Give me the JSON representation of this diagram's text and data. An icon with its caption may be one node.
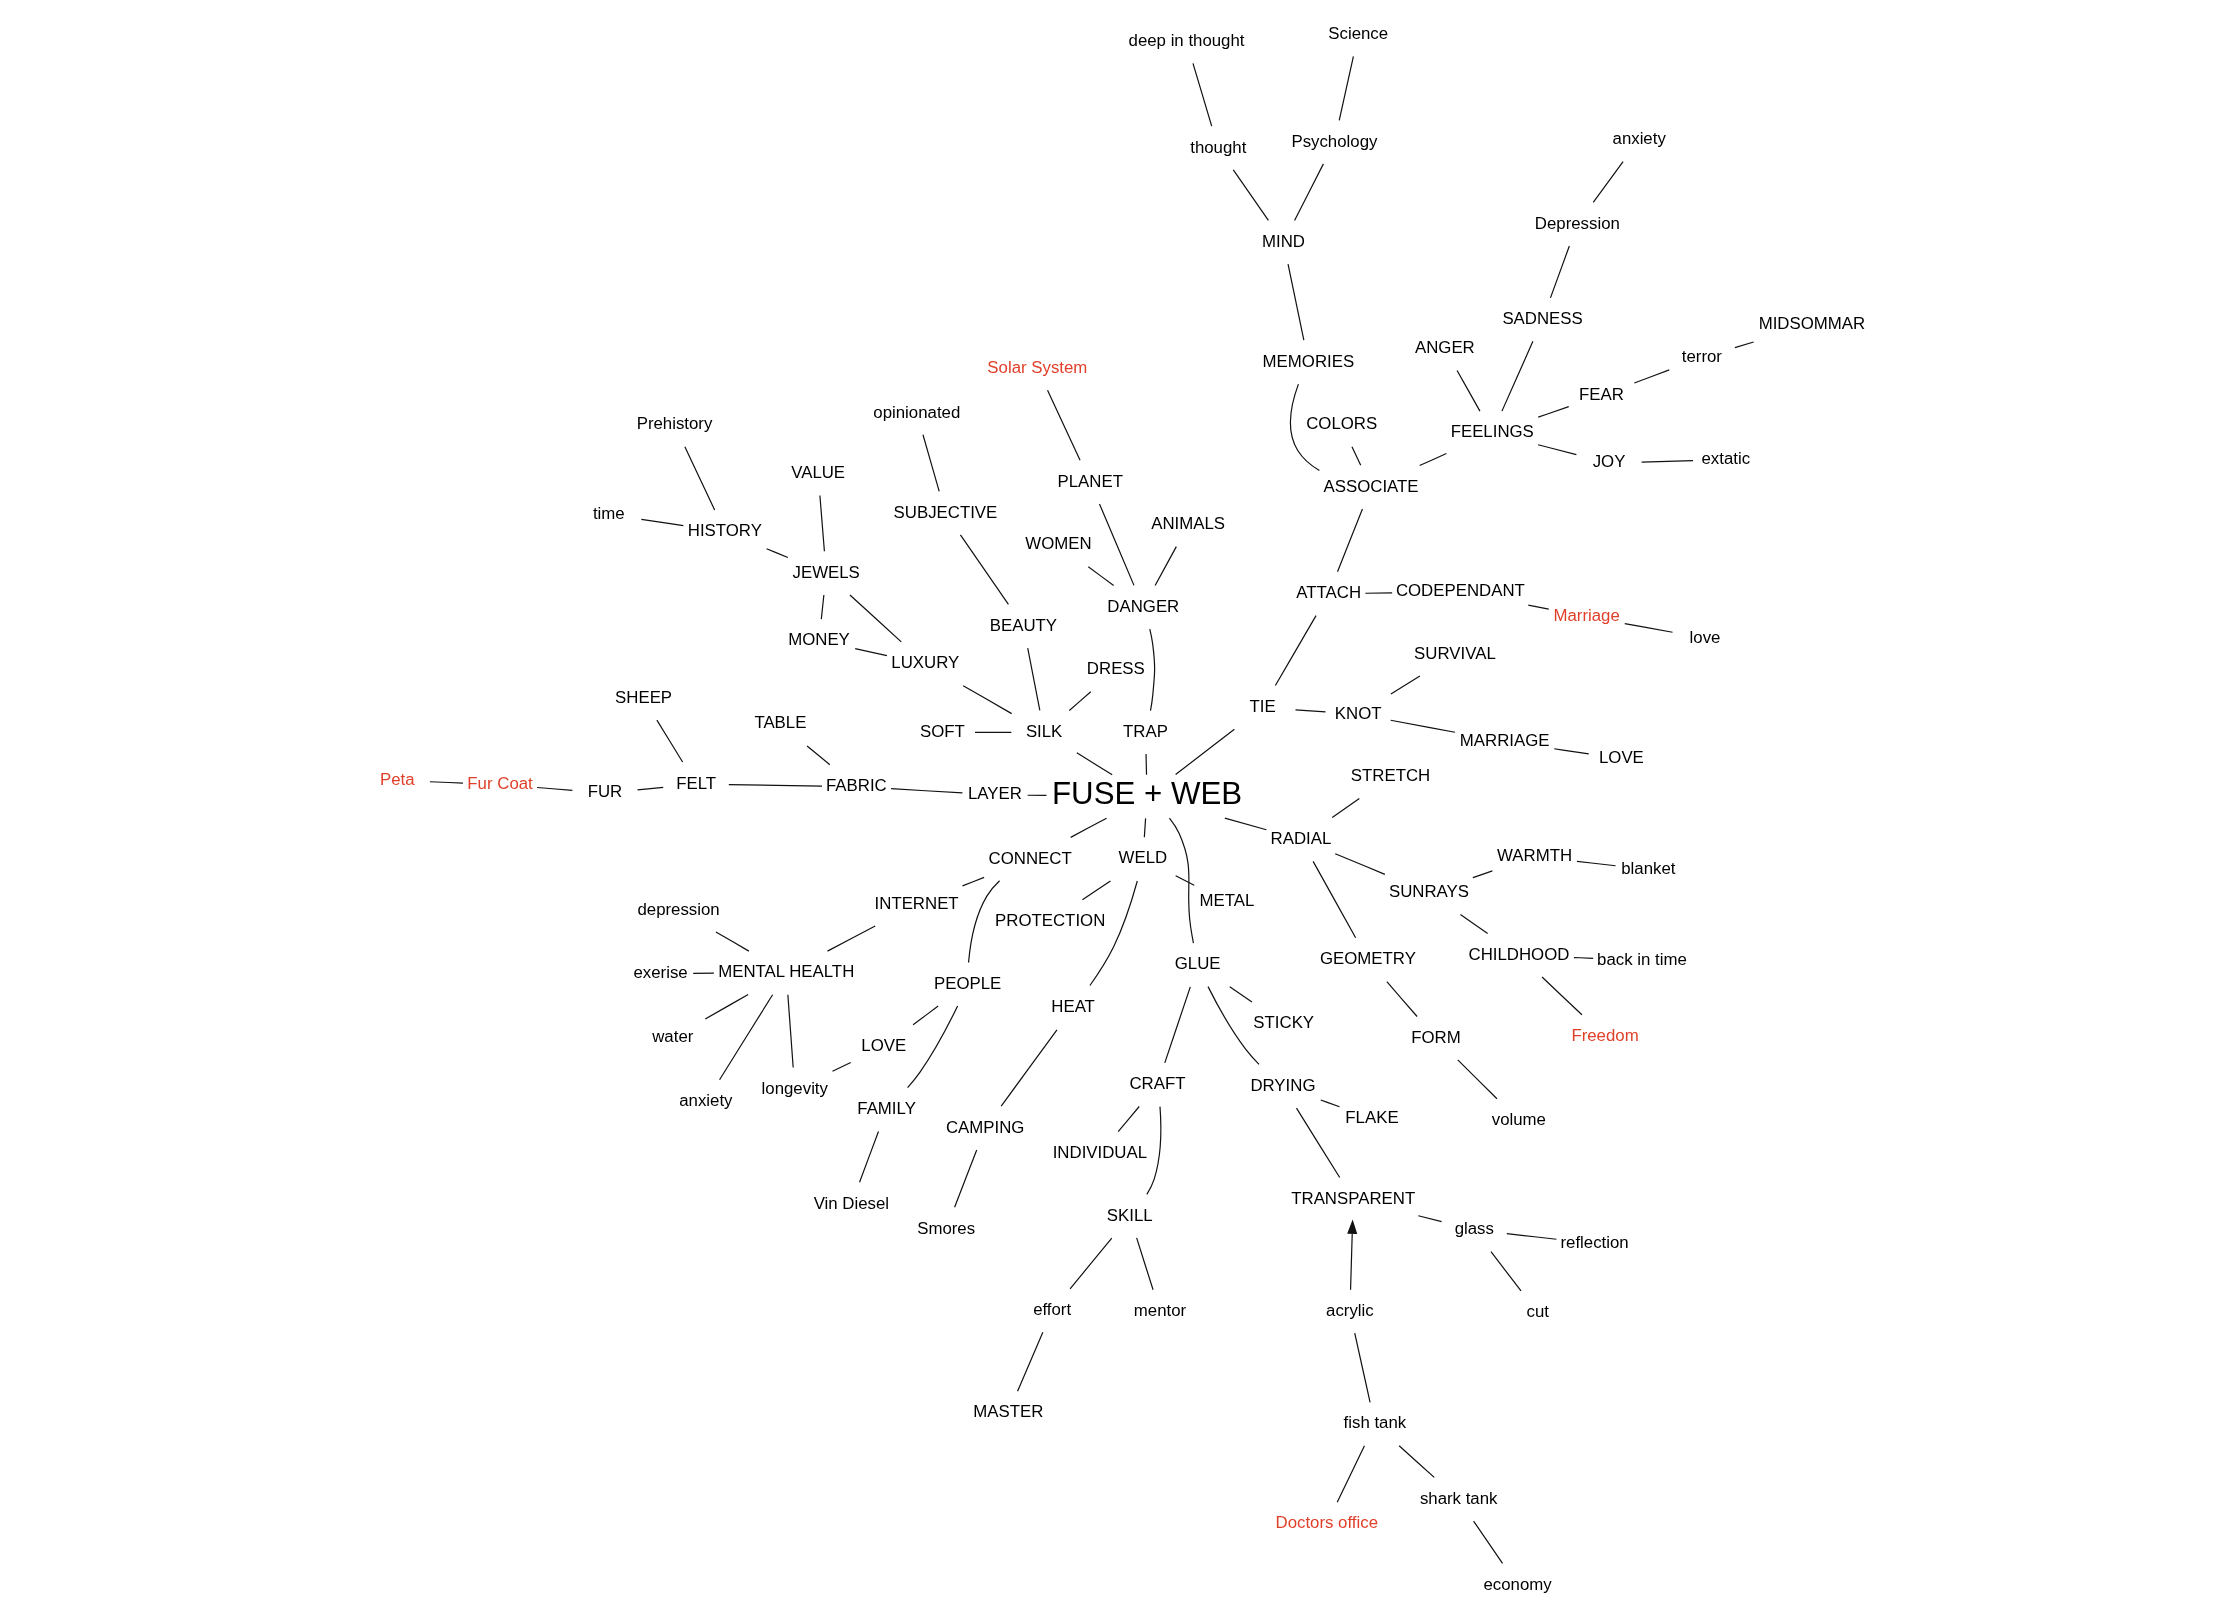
{
  "diagram": {
    "nodes": [
      {
        "text": [
          "FUSE + WEB"
        ]
      },
      {
        "text": [
          "MENTAL HEALTH"
        ]
      },
      {
        "text": [
          "anxiety"
        ]
      },
      {
        "text": [
          "depression"
        ]
      },
      {
        "text": [
          "longevity"
        ]
      },
      {
        "text": [
          "exerise"
        ]
      },
      {
        "text": [
          "water"
        ]
      },
      {
        "text": [
          "INTERNET"
        ]
      },
      {
        "text": [
          "LOVE"
        ]
      },
      {
        "text": [
          "Vin Diesel"
        ]
      },
      {
        "text": [
          "FAMILY"
        ]
      },
      {
        "text": [
          "PEOPLE"
        ]
      },
      {
        "text": [
          "CONNECT"
        ]
      },
      {
        "text": [
          "ANIMALS"
        ]
      },
      {
        "text": [
          "PLANET"
        ]
      },
      {
        "text": [
          "Solar System"
        ]
      },
      {
        "text": [
          "DANGER"
        ]
      },
      {
        "text": [
          "WOMEN"
        ]
      },
      {
        "text": [
          "TRAP"
        ]
      },
      {
        "text": [
          "GEOMETRY"
        ]
      },
      {
        "text": [
          "FORM"
        ]
      },
      {
        "text": [
          "volume"
        ]
      },
      {
        "text": [
          "WARMTH"
        ]
      },
      {
        "text": [
          "blanket"
        ]
      },
      {
        "text": [
          "SUNRAYS"
        ]
      },
      {
        "text": [
          "RADIAL"
        ]
      },
      {
        "text": [
          "STRETCH"
        ]
      },
      {
        "text": [
          "CHILDHOOD"
        ]
      },
      {
        "text": [
          "Freedom"
        ]
      },
      {
        "text": [
          "back in time"
        ]
      },
      {
        "text": [
          "DRESS"
        ]
      },
      {
        "text": [
          "SILK"
        ]
      },
      {
        "text": [
          "BEAUTY"
        ]
      },
      {
        "text": [
          "SUBJECTIVE"
        ]
      },
      {
        "text": [
          "opinionated"
        ]
      },
      {
        "text": [
          "SOFT"
        ]
      },
      {
        "text": [
          "LUXURY"
        ]
      },
      {
        "text": [
          "VALUE"
        ]
      },
      {
        "text": [
          "JEWELS"
        ]
      },
      {
        "text": [
          "HISTORY"
        ]
      },
      {
        "text": [
          "Prehistory"
        ]
      },
      {
        "text": [
          "time"
        ]
      },
      {
        "text": [
          "MONEY"
        ]
      },
      {
        "text": [
          "KNOT"
        ]
      },
      {
        "text": [
          "SURVIVAL"
        ]
      },
      {
        "text": [
          "MARRIAGE"
        ]
      },
      {
        "text": [
          "LOVE"
        ]
      },
      {
        "text": [
          "CODEPENDANT"
        ]
      },
      {
        "text": [
          "Marriage"
        ]
      },
      {
        "text": [
          "love"
        ]
      },
      {
        "text": [
          "TIE"
        ]
      },
      {
        "text": [
          "ATTACH"
        ]
      },
      {
        "text": [
          "ASSOCIATE"
        ]
      },
      {
        "text": [
          "TABLE"
        ]
      },
      {
        "text": [
          "COLORS"
        ]
      },
      {
        "text": [
          "MEMORIES"
        ]
      },
      {
        "text": [
          "MIND"
        ]
      },
      {
        "text": [
          "Psychology"
        ]
      },
      {
        "text": [
          "Science"
        ]
      },
      {
        "text": [
          "thought"
        ]
      },
      {
        "text": [
          "deep in thought"
        ]
      },
      {
        "text": [
          "FEELINGS"
        ]
      },
      {
        "text": [
          "ANGER"
        ]
      },
      {
        "text": [
          "FEAR"
        ]
      },
      {
        "text": [
          "terror"
        ]
      },
      {
        "text": [
          "MIDSOMMAR"
        ]
      },
      {
        "text": [
          "SADNESS"
        ]
      },
      {
        "text": [
          "Depression"
        ]
      },
      {
        "text": [
          "anxiety"
        ]
      },
      {
        "text": [
          "JOY"
        ]
      },
      {
        "text": [
          "extatic"
        ]
      },
      {
        "text": [
          "LAYER"
        ]
      },
      {
        "text": [
          "FABRIC"
        ]
      },
      {
        "text": [
          "FELT"
        ]
      },
      {
        "text": [
          "FUR"
        ]
      },
      {
        "text": [
          "Fur Coat"
        ]
      },
      {
        "text": [
          "Peta"
        ]
      },
      {
        "text": [
          "SHEEP"
        ]
      },
      {
        "text": [
          "WELD"
        ]
      },
      {
        "text": [
          "METAL"
        ]
      },
      {
        "text": [
          "PROTECTION"
        ]
      },
      {
        "text": [
          "HEAT"
        ]
      },
      {
        "text": [
          "CAMPING"
        ]
      },
      {
        "text": [
          "Smores"
        ]
      },
      {
        "text": [
          "GLUE"
        ]
      },
      {
        "text": [
          "STICKY"
        ]
      },
      {
        "text": [
          "CRAFT"
        ]
      },
      {
        "text": [
          "INDIVIDUAL"
        ]
      },
      {
        "text": [
          "SKILL"
        ]
      },
      {
        "text": [
          "effort"
        ]
      },
      {
        "text": [
          "MASTER"
        ]
      },
      {
        "text": [
          "mentor"
        ]
      },
      {
        "text": [
          "DRYING"
        ]
      },
      {
        "text": [
          "FLAKE"
        ]
      },
      {
        "text": [
          "TRANSPARENT"
        ]
      },
      {
        "text": [
          "acrylic"
        ]
      },
      {
        "text": [
          "fish tank"
        ]
      },
      {
        "text": [
          "shark tank"
        ]
      },
      {
        "text": [
          "economy"
        ]
      },
      {
        "text": [
          "Doctors office"
        ]
      },
      {
        "text": [
          "glass"
        ]
      },
      {
        "text": [
          "cut"
        ]
      },
      {
        "text": [
          "reflection"
        ]
      }
    ],
    "edges": [
      {
        "from": 1,
        "to": 2,
        "arrow": "none"
      },
      {
        "from": 1,
        "to": 3,
        "arrow": "none"
      },
      {
        "from": 1,
        "to": 4,
        "arrow": "none"
      },
      {
        "from": 1,
        "to": 5,
        "arrow": "none"
      },
      {
        "from": 1,
        "to": 6,
        "arrow": "none"
      },
      {
        "from": 1,
        "to": 7,
        "arrow": "none"
      },
      {
        "from": 4,
        "to": 8,
        "arrow": "none"
      },
      {
        "from": 8,
        "to": 11,
        "arrow": "none"
      },
      {
        "from": 9,
        "to": 10,
        "arrow": "none"
      },
      {
        "from": 10,
        "to": 11,
        "arrow": "none"
      },
      {
        "from": 11,
        "to": 12,
        "arrow": "none"
      },
      {
        "from": 7,
        "to": 12,
        "arrow": "none"
      },
      {
        "from": 12,
        "to": 0,
        "arrow": "none"
      },
      {
        "from": 13,
        "to": 16,
        "arrow": "none"
      },
      {
        "from": 14,
        "to": 16,
        "arrow": "none"
      },
      {
        "from": 15,
        "to": 14,
        "arrow": "none"
      },
      {
        "from": 16,
        "to": 17,
        "arrow": "none"
      },
      {
        "from": 16,
        "to": 18,
        "arrow": "none"
      },
      {
        "from": 18,
        "to": 0,
        "arrow": "none"
      },
      {
        "from": 19,
        "to": 20,
        "arrow": "none"
      },
      {
        "from": 20,
        "to": 21,
        "arrow": "none"
      },
      {
        "from": 19,
        "to": 25,
        "arrow": "none"
      },
      {
        "from": 25,
        "to": 0,
        "arrow": "none"
      },
      {
        "from": 25,
        "to": 26,
        "arrow": "none"
      },
      {
        "from": 25,
        "to": 24,
        "arrow": "none"
      },
      {
        "from": 24,
        "to": 22,
        "arrow": "none"
      },
      {
        "from": 22,
        "to": 23,
        "arrow": "none"
      },
      {
        "from": 24,
        "to": 27,
        "arrow": "none"
      },
      {
        "from": 27,
        "to": 28,
        "arrow": "none"
      },
      {
        "from": 27,
        "to": 29,
        "arrow": "none"
      },
      {
        "from": 30,
        "to": 31,
        "arrow": "none"
      },
      {
        "from": 0,
        "to": 31,
        "arrow": "none"
      },
      {
        "from": 31,
        "to": 32,
        "arrow": "none"
      },
      {
        "from": 32,
        "to": 33,
        "arrow": "none"
      },
      {
        "from": 33,
        "to": 34,
        "arrow": "none"
      },
      {
        "from": 31,
        "to": 35,
        "arrow": "none"
      },
      {
        "from": 31,
        "to": 36,
        "arrow": "none"
      },
      {
        "from": 36,
        "to": 38,
        "arrow": "none"
      },
      {
        "from": 36,
        "to": 42,
        "arrow": "none"
      },
      {
        "from": 42,
        "to": 38,
        "arrow": "none"
      },
      {
        "from": 38,
        "to": 37,
        "arrow": "none"
      },
      {
        "from": 38,
        "to": 39,
        "arrow": "none"
      },
      {
        "from": 39,
        "to": 40,
        "arrow": "none"
      },
      {
        "from": 39,
        "to": 41,
        "arrow": "none"
      },
      {
        "from": 0,
        "to": 50,
        "arrow": "none"
      },
      {
        "from": 50,
        "to": 43,
        "arrow": "none"
      },
      {
        "from": 43,
        "to": 44,
        "arrow": "none"
      },
      {
        "from": 43,
        "to": 45,
        "arrow": "none"
      },
      {
        "from": 45,
        "to": 46,
        "arrow": "none"
      },
      {
        "from": 50,
        "to": 51,
        "arrow": "none"
      },
      {
        "from": 51,
        "to": 47,
        "arrow": "none"
      },
      {
        "from": 47,
        "to": 48,
        "arrow": "none"
      },
      {
        "from": 48,
        "to": 49,
        "arrow": "none"
      },
      {
        "from": 51,
        "to": 52,
        "arrow": "none"
      },
      {
        "from": 72,
        "to": 53,
        "arrow": "none"
      },
      {
        "from": 54,
        "to": 52,
        "arrow": "none"
      },
      {
        "from": 52,
        "to": 61,
        "arrow": "none"
      },
      {
        "from": 52,
        "to": 55,
        "arrow": "none"
      },
      {
        "from": 55,
        "to": 56,
        "arrow": "none"
      },
      {
        "from": 56,
        "to": 57,
        "arrow": "none"
      },
      {
        "from": 57,
        "to": 58,
        "arrow": "none"
      },
      {
        "from": 56,
        "to": 59,
        "arrow": "none"
      },
      {
        "from": 59,
        "to": 60,
        "arrow": "none"
      },
      {
        "from": 62,
        "to": 61,
        "arrow": "none"
      },
      {
        "from": 61,
        "to": 63,
        "arrow": "none"
      },
      {
        "from": 63,
        "to": 64,
        "arrow": "none"
      },
      {
        "from": 64,
        "to": 65,
        "arrow": "none"
      },
      {
        "from": 61,
        "to": 66,
        "arrow": "none"
      },
      {
        "from": 66,
        "to": 67,
        "arrow": "none"
      },
      {
        "from": 67,
        "to": 68,
        "arrow": "none"
      },
      {
        "from": 61,
        "to": 69,
        "arrow": "none"
      },
      {
        "from": 69,
        "to": 70,
        "arrow": "none"
      },
      {
        "from": 0,
        "to": 71,
        "arrow": "none"
      },
      {
        "from": 71,
        "to": 72,
        "arrow": "none"
      },
      {
        "from": 72,
        "to": 73,
        "arrow": "none"
      },
      {
        "from": 73,
        "to": 74,
        "arrow": "none"
      },
      {
        "from": 73,
        "to": 77,
        "arrow": "none"
      },
      {
        "from": 74,
        "to": 75,
        "arrow": "none"
      },
      {
        "from": 75,
        "to": 76,
        "arrow": "none"
      },
      {
        "from": 0,
        "to": 78,
        "arrow": "none"
      },
      {
        "from": 78,
        "to": 81,
        "arrow": "none"
      },
      {
        "from": 78,
        "to": 80,
        "arrow": "none"
      },
      {
        "from": 78,
        "to": 79,
        "arrow": "none"
      },
      {
        "from": 81,
        "to": 82,
        "arrow": "none"
      },
      {
        "from": 82,
        "to": 83,
        "arrow": "none"
      },
      {
        "from": 84,
        "to": 0,
        "arrow": "none"
      },
      {
        "from": 84,
        "to": 85,
        "arrow": "none"
      },
      {
        "from": 84,
        "to": 86,
        "arrow": "none"
      },
      {
        "from": 86,
        "to": 87,
        "arrow": "none"
      },
      {
        "from": 86,
        "to": 88,
        "arrow": "none"
      },
      {
        "from": 88,
        "to": 89,
        "arrow": "none"
      },
      {
        "from": 89,
        "to": 90,
        "arrow": "none"
      },
      {
        "from": 88,
        "to": 91,
        "arrow": "none"
      },
      {
        "from": 84,
        "to": 92,
        "arrow": "none"
      },
      {
        "from": 92,
        "to": 94,
        "arrow": "none"
      },
      {
        "from": 92,
        "to": 93,
        "arrow": "none"
      },
      {
        "from": 95,
        "to": 94,
        "arrow": "to"
      },
      {
        "from": 96,
        "to": 95,
        "arrow": "none"
      },
      {
        "from": 96,
        "to": 97,
        "arrow": "none"
      },
      {
        "from": 97,
        "to": 98,
        "arrow": "none"
      },
      {
        "from": 96,
        "to": 99,
        "arrow": "none"
      },
      {
        "from": 94,
        "to": 100,
        "arrow": "none"
      },
      {
        "from": 100,
        "to": 101,
        "arrow": "none"
      },
      {
        "from": 100,
        "to": 102,
        "arrow": "none"
      }
    ]
  }
}
